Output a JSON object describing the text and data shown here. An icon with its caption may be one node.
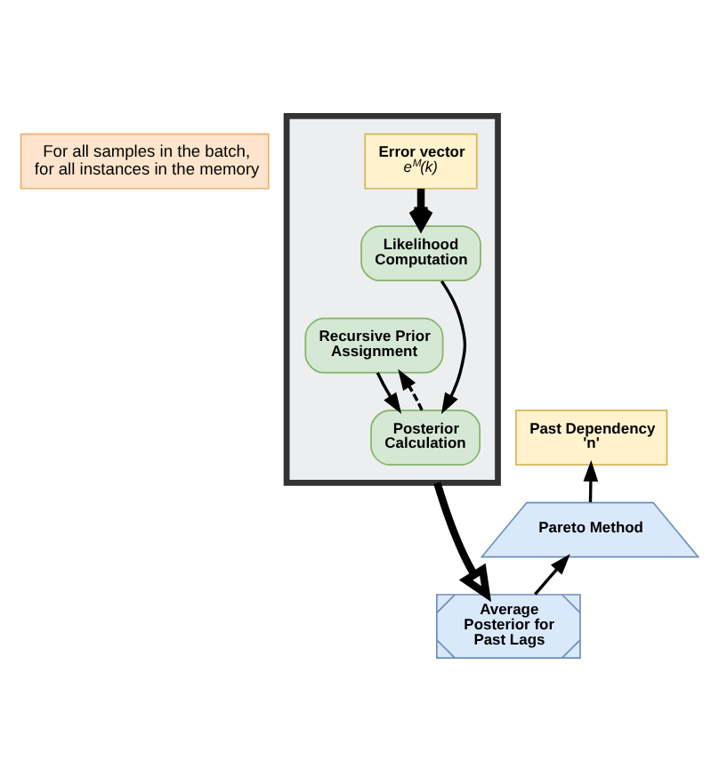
{
  "diagram": {
    "nodes": [
      {
        "text": [
          "For all samples in the batch, for all instances in the memory"
        ]
      },
      {
        "text": [],
        "shape": "box"
      },
      {
        "text": [
          "Error vector",
          "e$^{M}$(k)"
        ],
        "in": 1
      },
      {
        "text": [
          "Likelihood Computation"
        ],
        "in": 1
      },
      {
        "text": [
          "Recursive Prior Assignment"
        ],
        "in": 1
      },
      {
        "text": [
          "Posterior Calculation"
        ],
        "in": 1
      },
      {
        "text": [
          "Average Posterior for Past Lags"
        ]
      },
      {
        "text": [
          "Pareto Method"
        ]
      },
      {
        "text": [
          "Past Dependency 'n'"
        ]
      }
    ],
    "edges": [
      {
        "from": 2,
        "to": 3,
        "arrow": "to",
        "style": "thick"
      },
      {
        "from": 3,
        "to": 5,
        "arrow": "to"
      },
      {
        "from": 4,
        "to": 5,
        "arrow": "to"
      },
      {
        "from": 5,
        "to": 4,
        "arrow": "to",
        "style": "dashed"
      },
      {
        "from": 1,
        "to": 6,
        "arrow": "to",
        "style": "thick"
      },
      {
        "from": 6,
        "to": 7,
        "arrow": "to"
      },
      {
        "from": 7,
        "to": 8,
        "arrow": "to"
      }
    ]
  }
}
